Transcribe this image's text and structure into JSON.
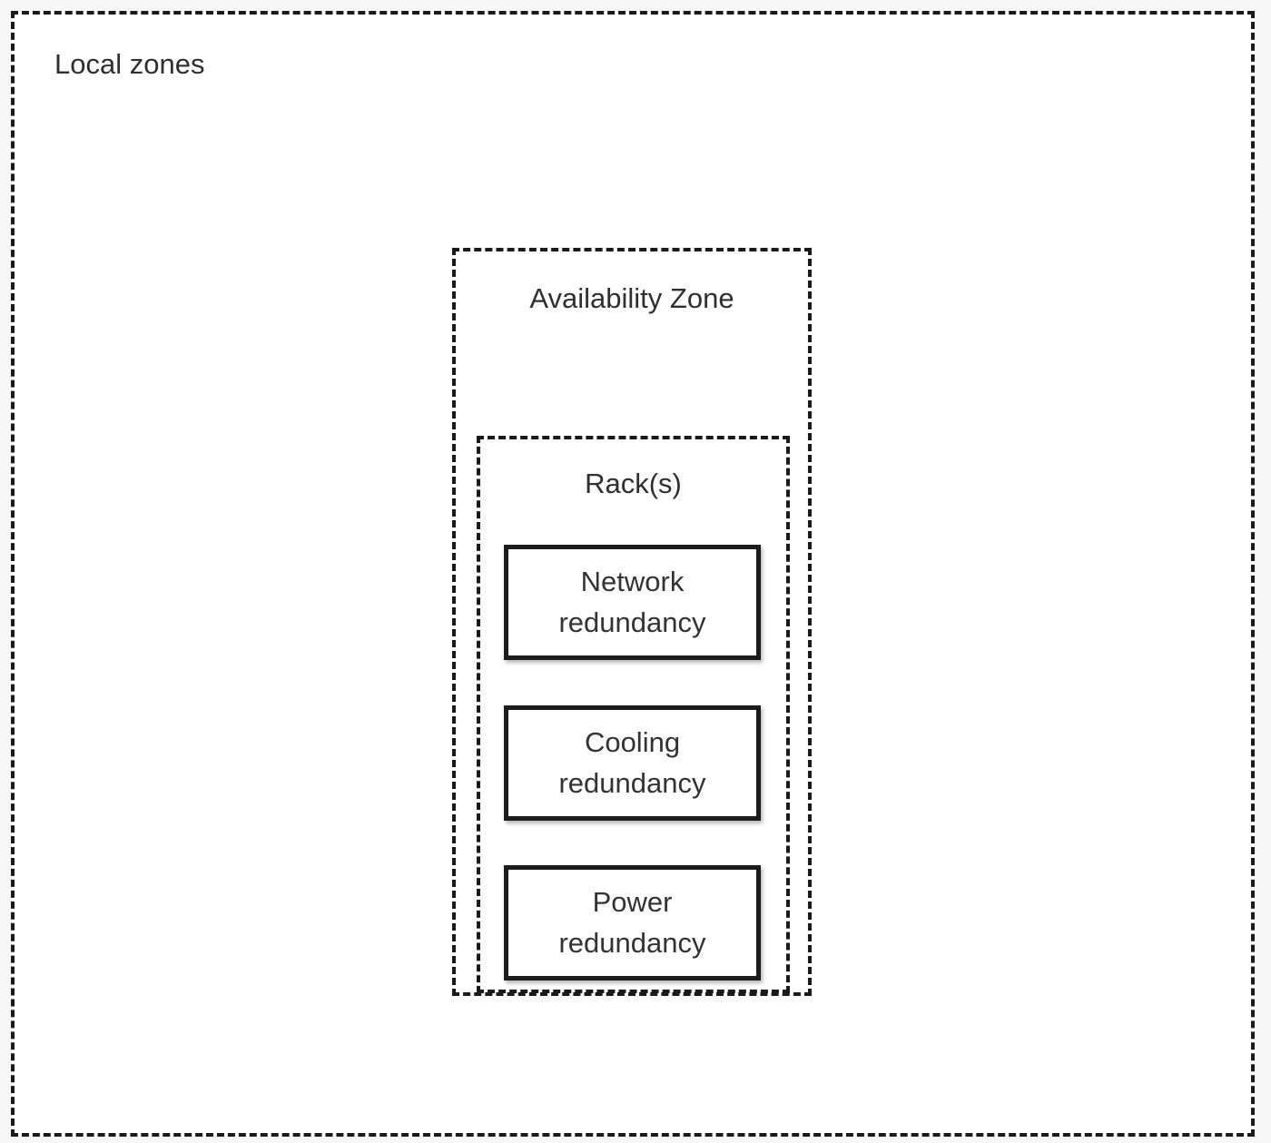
{
  "diagram": {
    "local_zones": {
      "label": "Local zones"
    },
    "availability_zone": {
      "label": "Availability Zone"
    },
    "rack": {
      "label": "Rack(s)",
      "boxes": [
        {
          "label": "Network redundancy"
        },
        {
          "label": "Cooling redundancy"
        },
        {
          "label": "Power redundancy"
        }
      ]
    }
  },
  "colors": {
    "dashed_border": "#1a1a1a",
    "solid_border": "#1c1c1c",
    "text": "#2f2f2f",
    "box_background": "#ffffff",
    "inner_background": "#fefefe",
    "page_background": "#f6f6f6"
  }
}
